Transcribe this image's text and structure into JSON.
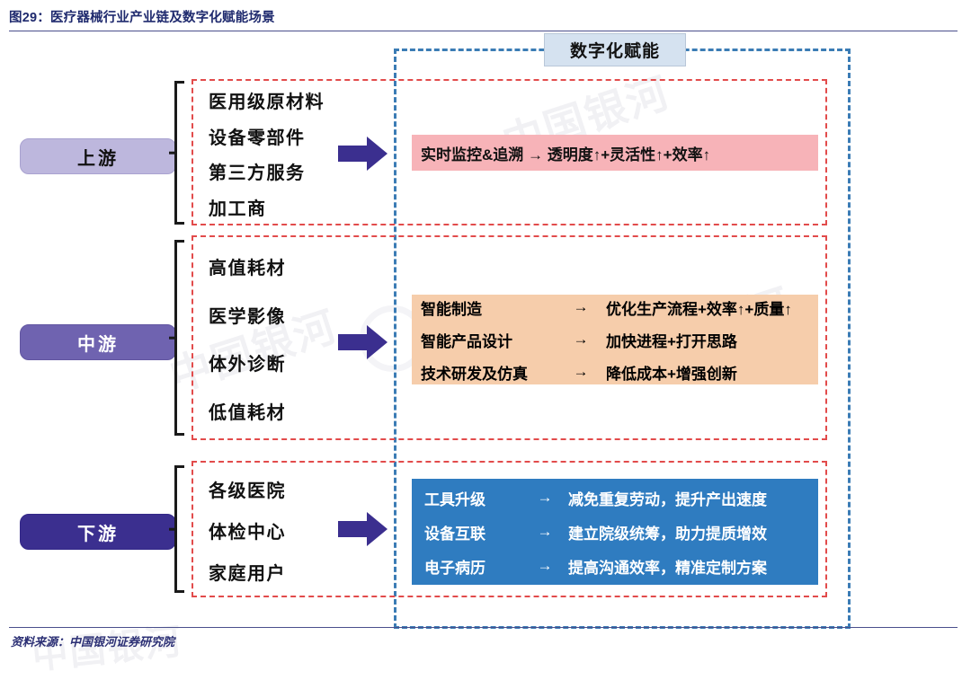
{
  "title": "图29：医疗器械行业产业链及数字化赋能场景",
  "digital": {
    "header_label": "数字化赋能"
  },
  "footer": {
    "source": "资料来源：中国银河证券研究院"
  },
  "colors": {
    "title": "#1f2a6e",
    "rule": "#4a4f8c",
    "dashed_blue": "#3b7cb5",
    "dashed_red": "#e24b4b",
    "arrow": "#3b2f8f",
    "pill_upstream": "#bdb7dd",
    "pill_midstream": "#6f63b0",
    "pill_downstream": "#3b2f8f",
    "panel_upstream": "#f7b3b8",
    "panel_midstream": "#f6cdab",
    "panel_downstream": "#2f7cc0",
    "header_bg": "#d5e2f0"
  },
  "stages": [
    {
      "id": "upstream",
      "label": "上游",
      "categories": [
        "医用级原材料",
        "设备零部件",
        "第三方服务",
        "加工商"
      ],
      "arrow_icon": "right-arrow-icon",
      "panel_kind": "single",
      "panel_text": "实时监控&追溯 → 透明度↑+灵活性↑+效率↑",
      "panel_rows": []
    },
    {
      "id": "midstream",
      "label": "中游",
      "categories": [
        "高值耗材",
        "医学影像",
        "体外诊断",
        "低值耗材"
      ],
      "arrow_icon": "right-arrow-icon",
      "panel_kind": "rows",
      "panel_text": "",
      "panel_rows": [
        {
          "source": "智能制造",
          "arrow": "→",
          "result": "优化生产流程+效率↑+质量↑"
        },
        {
          "source": "智能产品设计",
          "arrow": "→",
          "result": "加快进程+打开思路"
        },
        {
          "source": "技术研发及仿真",
          "arrow": "→",
          "result": "降低成本+增强创新"
        }
      ]
    },
    {
      "id": "downstream",
      "label": "下游",
      "categories": [
        "各级医院",
        "体检中心",
        "家庭用户"
      ],
      "arrow_icon": "right-arrow-icon",
      "panel_kind": "rows",
      "panel_text": "",
      "panel_rows": [
        {
          "source": "工具升级",
          "arrow": "→",
          "result": "减免重复劳动，提升产出速度"
        },
        {
          "source": "设备互联",
          "arrow": "→",
          "result": "建立院级统筹，助力提质增效"
        },
        {
          "source": "电子病历",
          "arrow": "→",
          "result": "提高沟通效率，精准定制方案"
        }
      ]
    }
  ]
}
